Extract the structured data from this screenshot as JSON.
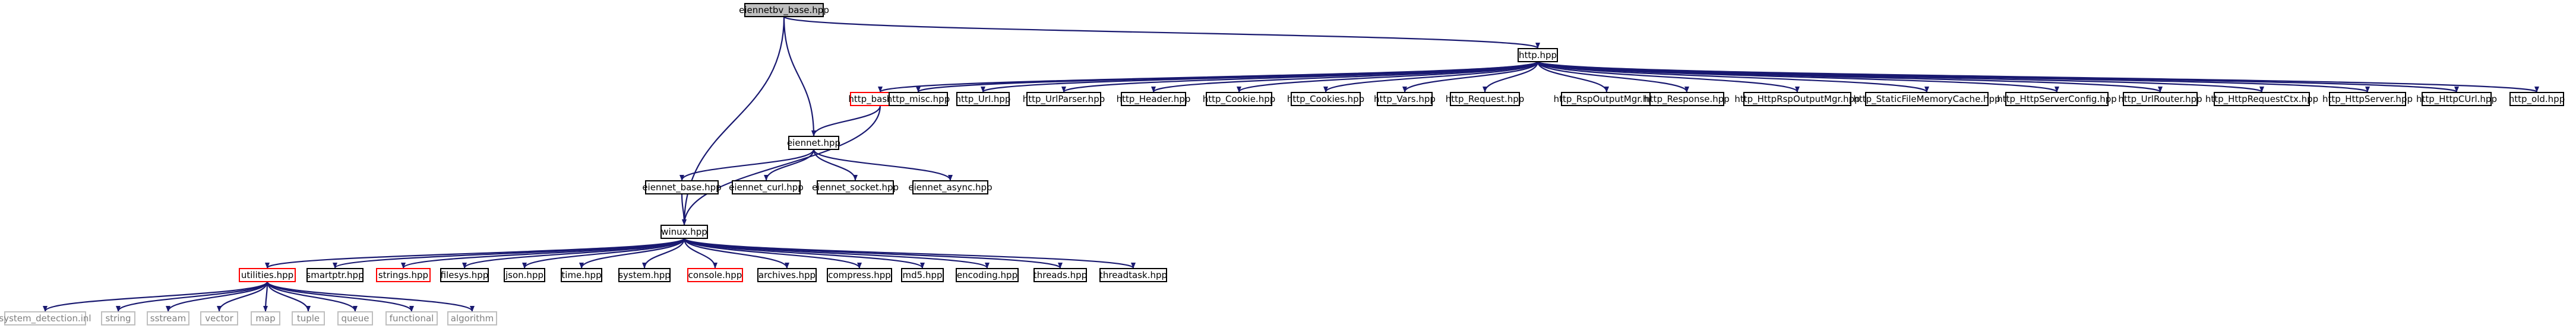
{
  "colors": {
    "edge": "#191970",
    "root_fill": "#bfbfbf",
    "node_stroke": "#000000",
    "missing_stroke": "#bfbfbf",
    "missing_text": "#7f7f7f",
    "incomplete_stroke": "#ff0000",
    "text": "#000000"
  },
  "nodes": [
    {
      "id": "root",
      "label": "eiennetbv_base.hpp",
      "style": "root"
    },
    {
      "id": "http",
      "label": "http.hpp",
      "style": "normal"
    },
    {
      "id": "http_base",
      "label": "http_base.hpp",
      "style": "incomplete"
    },
    {
      "id": "http_misc",
      "label": "http_misc.hpp",
      "style": "normal"
    },
    {
      "id": "http_url",
      "label": "http_Url.hpp",
      "style": "normal"
    },
    {
      "id": "http_urlparser",
      "label": "http_UrlParser.hpp",
      "style": "normal"
    },
    {
      "id": "http_header",
      "label": "http_Header.hpp",
      "style": "normal"
    },
    {
      "id": "http_cookie",
      "label": "http_Cookie.hpp",
      "style": "normal"
    },
    {
      "id": "http_cookies",
      "label": "http_Cookies.hpp",
      "style": "normal"
    },
    {
      "id": "http_vars",
      "label": "http_Vars.hpp",
      "style": "normal"
    },
    {
      "id": "http_request",
      "label": "http_Request.hpp",
      "style": "normal"
    },
    {
      "id": "http_rspoutputmgr",
      "label": "http_RspOutputMgr.hpp",
      "style": "normal"
    },
    {
      "id": "http_response",
      "label": "http_Response.hpp",
      "style": "normal"
    },
    {
      "id": "http_httprspoutputmgr",
      "label": "http_HttpRspOutputMgr.hpp",
      "style": "normal"
    },
    {
      "id": "http_staticfilememorycache",
      "label": "http_StaticFileMemoryCache.hpp",
      "style": "normal"
    },
    {
      "id": "http_httpserverconfig",
      "label": "http_HttpServerConfig.hpp",
      "style": "normal"
    },
    {
      "id": "http_urlrouter",
      "label": "http_UrlRouter.hpp",
      "style": "normal"
    },
    {
      "id": "http_httprequestctx",
      "label": "http_HttpRequestCtx.hpp",
      "style": "normal"
    },
    {
      "id": "http_httpserver",
      "label": "http_HttpServer.hpp",
      "style": "normal"
    },
    {
      "id": "http_httpcurl",
      "label": "http_HttpCUrl.hpp",
      "style": "normal"
    },
    {
      "id": "http_old",
      "label": "http_old.hpp",
      "style": "normal"
    },
    {
      "id": "eiennet",
      "label": "eiennet.hpp",
      "style": "normal"
    },
    {
      "id": "eiennet_base",
      "label": "eiennet_base.hpp",
      "style": "normal"
    },
    {
      "id": "eiennet_curl",
      "label": "eiennet_curl.hpp",
      "style": "normal"
    },
    {
      "id": "eiennet_socket",
      "label": "eiennet_socket.hpp",
      "style": "normal"
    },
    {
      "id": "eiennet_async",
      "label": "eiennet_async.hpp",
      "style": "normal"
    },
    {
      "id": "winux",
      "label": "winux.hpp",
      "style": "normal"
    },
    {
      "id": "utilities",
      "label": "utilities.hpp",
      "style": "incomplete"
    },
    {
      "id": "smartptr",
      "label": "smartptr.hpp",
      "style": "normal"
    },
    {
      "id": "strings",
      "label": "strings.hpp",
      "style": "incomplete"
    },
    {
      "id": "filesys",
      "label": "filesys.hpp",
      "style": "normal"
    },
    {
      "id": "json",
      "label": "json.hpp",
      "style": "normal"
    },
    {
      "id": "time",
      "label": "time.hpp",
      "style": "normal"
    },
    {
      "id": "system",
      "label": "system.hpp",
      "style": "normal"
    },
    {
      "id": "console",
      "label": "console.hpp",
      "style": "incomplete"
    },
    {
      "id": "archives",
      "label": "archives.hpp",
      "style": "normal"
    },
    {
      "id": "compress",
      "label": "compress.hpp",
      "style": "normal"
    },
    {
      "id": "md5",
      "label": "md5.hpp",
      "style": "normal"
    },
    {
      "id": "encoding",
      "label": "encoding.hpp",
      "style": "normal"
    },
    {
      "id": "threads",
      "label": "threads.hpp",
      "style": "normal"
    },
    {
      "id": "threadtask",
      "label": "threadtask.hpp",
      "style": "normal"
    },
    {
      "id": "system_detection",
      "label": "system_detection.inl",
      "style": "missing"
    },
    {
      "id": "string",
      "label": "string",
      "style": "missing"
    },
    {
      "id": "sstream",
      "label": "sstream",
      "style": "missing"
    },
    {
      "id": "vector",
      "label": "vector",
      "style": "missing"
    },
    {
      "id": "map",
      "label": "map",
      "style": "missing"
    },
    {
      "id": "tuple",
      "label": "tuple",
      "style": "missing"
    },
    {
      "id": "queue",
      "label": "queue",
      "style": "missing"
    },
    {
      "id": "functional",
      "label": "functional",
      "style": "missing"
    },
    {
      "id": "algorithm",
      "label": "algorithm",
      "style": "missing"
    }
  ],
  "edges": [
    [
      "root",
      "http"
    ],
    [
      "root",
      "eiennet"
    ],
    [
      "root",
      "winux"
    ],
    [
      "http",
      "http_base"
    ],
    [
      "http",
      "http_misc"
    ],
    [
      "http",
      "http_url"
    ],
    [
      "http",
      "http_urlparser"
    ],
    [
      "http",
      "http_header"
    ],
    [
      "http",
      "http_cookie"
    ],
    [
      "http",
      "http_cookies"
    ],
    [
      "http",
      "http_vars"
    ],
    [
      "http",
      "http_request"
    ],
    [
      "http",
      "http_rspoutputmgr"
    ],
    [
      "http",
      "http_response"
    ],
    [
      "http",
      "http_httprspoutputmgr"
    ],
    [
      "http",
      "http_staticfilememorycache"
    ],
    [
      "http",
      "http_httpserverconfig"
    ],
    [
      "http",
      "http_urlrouter"
    ],
    [
      "http",
      "http_httprequestctx"
    ],
    [
      "http",
      "http_httpserver"
    ],
    [
      "http",
      "http_httpcurl"
    ],
    [
      "http",
      "http_old"
    ],
    [
      "http_base",
      "eiennet"
    ],
    [
      "http_base",
      "winux"
    ],
    [
      "eiennet",
      "eiennet_base"
    ],
    [
      "eiennet",
      "eiennet_curl"
    ],
    [
      "eiennet",
      "eiennet_socket"
    ],
    [
      "eiennet",
      "eiennet_async"
    ],
    [
      "eiennet_base",
      "winux"
    ],
    [
      "winux",
      "utilities"
    ],
    [
      "winux",
      "smartptr"
    ],
    [
      "winux",
      "strings"
    ],
    [
      "winux",
      "filesys"
    ],
    [
      "winux",
      "json"
    ],
    [
      "winux",
      "time"
    ],
    [
      "winux",
      "system"
    ],
    [
      "winux",
      "console"
    ],
    [
      "winux",
      "archives"
    ],
    [
      "winux",
      "compress"
    ],
    [
      "winux",
      "md5"
    ],
    [
      "winux",
      "encoding"
    ],
    [
      "winux",
      "threads"
    ],
    [
      "winux",
      "threadtask"
    ],
    [
      "utilities",
      "system_detection"
    ],
    [
      "utilities",
      "string"
    ],
    [
      "utilities",
      "sstream"
    ],
    [
      "utilities",
      "vector"
    ],
    [
      "utilities",
      "map"
    ],
    [
      "utilities",
      "tuple"
    ],
    [
      "utilities",
      "queue"
    ],
    [
      "utilities",
      "functional"
    ],
    [
      "utilities",
      "algorithm"
    ]
  ]
}
